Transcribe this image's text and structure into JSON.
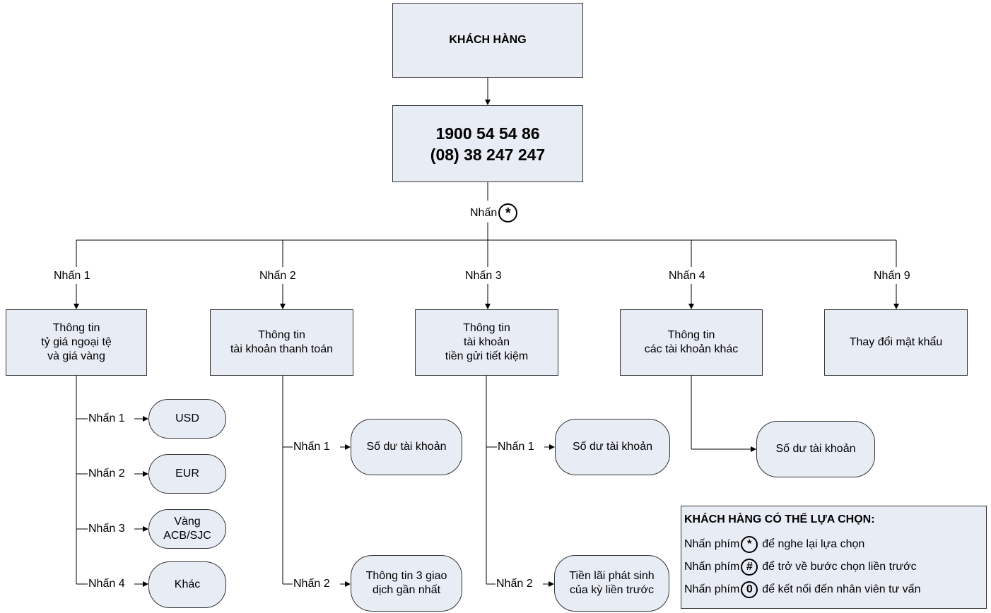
{
  "top": {
    "customer": "KHÁCH HÀNG",
    "phone_1": "1900 54 54 86",
    "phone_2": "(08) 38 247 247"
  },
  "press_star": {
    "label": "Nhấn",
    "key": "*"
  },
  "branches": [
    {
      "press": "Nhấn 1",
      "title_lines": [
        "Thông tin",
        "tỷ giá ngoại tệ",
        "và giá vàng"
      ]
    },
    {
      "press": "Nhấn 2",
      "title_lines": [
        "Thông tin",
        "tài khoản thanh toán"
      ]
    },
    {
      "press": "Nhấn 3",
      "title_lines": [
        "Thông tin",
        "tài khoản",
        "tiền gửi tiết kiệm"
      ]
    },
    {
      "press": "Nhấn 4",
      "title_lines": [
        "Thông tin",
        "các tài khoản khác"
      ]
    },
    {
      "press": "Nhấn 9",
      "title_lines": [
        "Thay đổi mật khẩu"
      ]
    }
  ],
  "sub_options": {
    "exchange": [
      {
        "press": "Nhấn 1",
        "lines": [
          "USD"
        ]
      },
      {
        "press": "Nhấn 2",
        "lines": [
          "EUR"
        ]
      },
      {
        "press": "Nhấn 3",
        "lines": [
          "Vàng",
          "ACB/SJC"
        ]
      },
      {
        "press": "Nhấn 4",
        "lines": [
          "Khác"
        ]
      }
    ],
    "payment": [
      {
        "press": "Nhấn 1",
        "lines": [
          "Số dư tài khoản"
        ]
      },
      {
        "press": "Nhấn 2",
        "lines": [
          "Thông tin 3 giao",
          "dịch gần nhất"
        ]
      }
    ],
    "savings": [
      {
        "press": "Nhấn 1",
        "lines": [
          "Số dư tài khoản"
        ]
      },
      {
        "press": "Nhấn 2",
        "lines": [
          "Tiền lãi phát sinh",
          "của kỳ liền trước"
        ]
      }
    ],
    "other": [
      {
        "lines": [
          "Số dư tài khoản"
        ]
      }
    ]
  },
  "legend": {
    "title": "KHÁCH HÀNG CÓ THỂ LỰA CHỌN:",
    "rows": [
      {
        "prefix": "Nhấn phím",
        "key": "*",
        "text": "để nghe lại lựa chọn"
      },
      {
        "prefix": "Nhấn phím",
        "key": "#",
        "text": "để trở về bước chọn liền trước"
      },
      {
        "prefix": "Nhấn phím",
        "key": "0",
        "text": "để kết nối đến nhân viên tư vấn"
      }
    ]
  },
  "colors": {
    "box_fill": "#e8ecf4",
    "line": "#333333"
  }
}
